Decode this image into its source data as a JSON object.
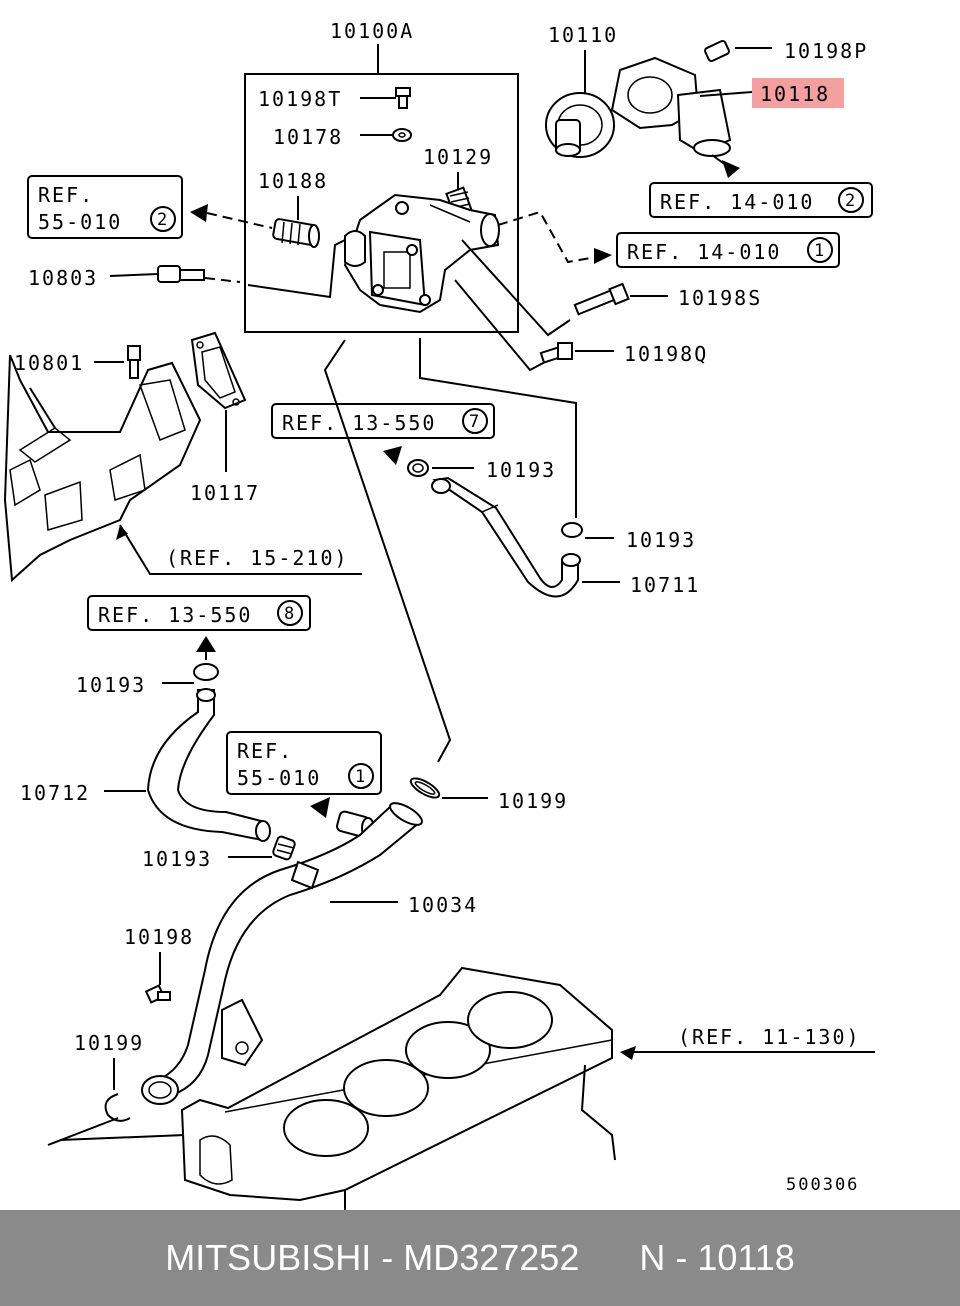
{
  "parts": {
    "p10100A": "10100A",
    "p10110": "10110",
    "p10198P": "10198P",
    "p10118": "10118",
    "p10198T": "10198T",
    "p10178": "10178",
    "p10129": "10129",
    "p10188": "10188",
    "p10803": "10803",
    "p10198S": "10198S",
    "p10198Q": "10198Q",
    "p10801": "10801",
    "p10117": "10117",
    "p10193a": "10193",
    "p10193b": "10193",
    "p10711": "10711",
    "p10193c": "10193",
    "p10712": "10712",
    "p10199a": "10199",
    "p10193d": "10193",
    "p10034": "10034",
    "p10198": "10198",
    "p10199b": "10199"
  },
  "refs": {
    "ref55a_line1": "REF.",
    "ref55a_line2": "55-010",
    "ref55a_circle": "2",
    "ref14b_text": "REF. 14-010",
    "ref14b_circle": "2",
    "ref14a_text": "REF. 14-010",
    "ref14a_circle": "1",
    "ref13a_text": "REF. 13-550",
    "ref13a_circle": "7",
    "ref15": "(REF. 15-210)",
    "ref13b_text": "REF. 13-550",
    "ref13b_circle": "8",
    "ref55b_line1": "REF.",
    "ref55b_line2": "55-010",
    "ref55b_circle": "1",
    "ref11": "(REF. 11-130)"
  },
  "diagram_code": "500306",
  "highlight_color": "#f4a0a0",
  "footer": {
    "brand": "MITSUBISHI",
    "separator1": " - ",
    "part_number": "MD327252",
    "ref_code": "N - 10118"
  }
}
